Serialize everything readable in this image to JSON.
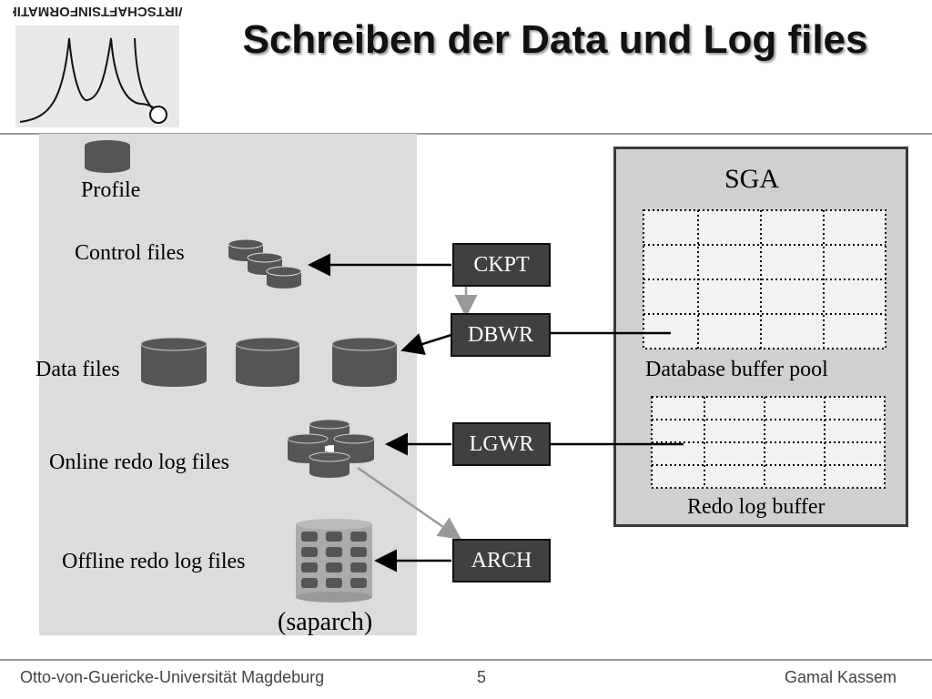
{
  "header": {
    "logo_text": "WIRTSCHAFTSINFORMATIK",
    "title": "Schreiben der Data und Log files"
  },
  "storage": {
    "profile_label": "Profile",
    "control_files_label": "Control files",
    "data_files_label": "Data files",
    "online_redo_label": "Online redo log files",
    "offline_redo_label": "Offline redo log files",
    "saparch_label": "(saparch)"
  },
  "processes": {
    "ckpt": "CKPT",
    "dbwr": "DBWR",
    "lgwr": "LGWR",
    "arch": "ARCH"
  },
  "sga": {
    "title": "SGA",
    "buffer_pool_label": "Database buffer pool",
    "redo_buffer_label": "Redo log buffer"
  },
  "footer": {
    "university": "Otto-von-Guericke-Universität Magdeburg",
    "page_number": "5",
    "author": "Gamal Kassem"
  },
  "colors": {
    "storage_panel": "#dcdcdc",
    "sga_panel": "#d0d0d0",
    "process_box": "#404040",
    "disk": "#555555"
  }
}
